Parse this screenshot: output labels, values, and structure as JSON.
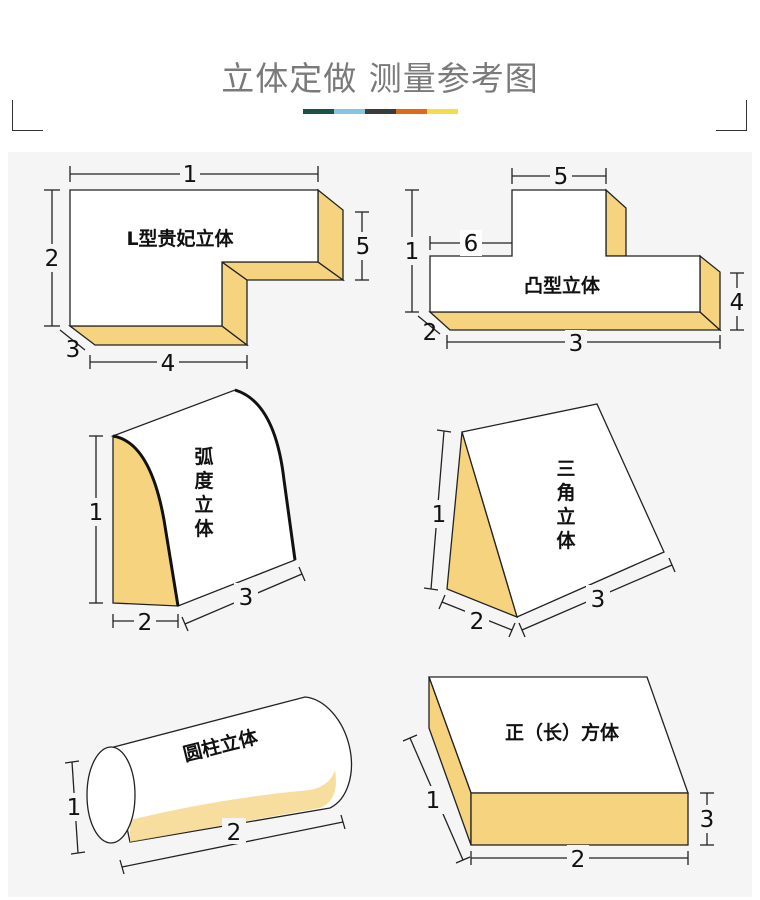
{
  "header": {
    "title": "立体定做 测量参考图"
  },
  "colors": {
    "accent_bar": [
      "#1f4f46",
      "#86c5e2",
      "#3b3b3b",
      "#dd6b16",
      "#f3de4a"
    ],
    "side_fill": "#f6d37e",
    "panel_bg": "#f5f5f5"
  },
  "shapes": {
    "l_shape": {
      "label": "L型贵妃立体",
      "dims": [
        "1",
        "2",
        "3",
        "4",
        "5"
      ]
    },
    "convex": {
      "label": "凸型立体",
      "dims": [
        "1",
        "2",
        "3",
        "4",
        "5",
        "6"
      ]
    },
    "arc": {
      "label": [
        "弧",
        "度",
        "立",
        "体"
      ],
      "dims": [
        "1",
        "2",
        "3"
      ]
    },
    "triangle": {
      "label": [
        "三",
        "角",
        "立",
        "体"
      ],
      "dims": [
        "1",
        "2",
        "3"
      ]
    },
    "cylinder": {
      "label": "圆柱立体",
      "dims": [
        "1",
        "2"
      ]
    },
    "cube": {
      "label": "正（长）方体",
      "dims": [
        "1",
        "2",
        "3"
      ]
    }
  }
}
